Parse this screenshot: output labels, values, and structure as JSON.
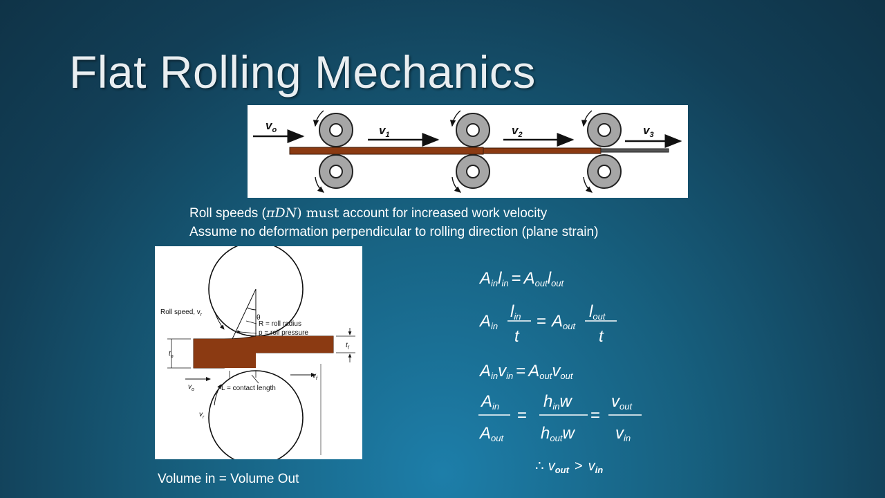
{
  "slide": {
    "title": "Flat Rolling Mechanics",
    "bullet1_pre": "Roll speeds (",
    "bullet1_math": "πDN",
    "bullet1_post": ") ",
    "bullet1_must": "must",
    "bullet1_rest": " account for increased work velocity",
    "bullet2": "Assume no deformation perpendicular to rolling direction (plane strain)",
    "caption": "Volume in =  Volume Out"
  },
  "top_diagram": {
    "v0": "v",
    "v0_sub": "o",
    "v1": "v",
    "v1_sub": "1",
    "v2": "v",
    "v2_sub": "2",
    "v3": "v",
    "v3_sub": "3",
    "colors": {
      "strip": "#8b3a12",
      "roll": "#a6a6a6"
    }
  },
  "bite_diagram": {
    "roll_speed": "Roll speed, v",
    "roll_speed_sub": "r",
    "theta": "θ",
    "roll_radius": "R = roll radius",
    "roll_pressure": "p = roll pressure",
    "t0": "t",
    "t0_sub": "o",
    "tf": "t",
    "tf_sub": "f",
    "v0": "v",
    "v0_sub": "o",
    "vf": "v",
    "vf_sub": "f",
    "contact_length": "L = contact length",
    "vr": "v",
    "vr_sub": "r"
  },
  "equations": {
    "A": "A",
    "l": "l",
    "t": "t",
    "v": "v",
    "h": "h",
    "w": "w",
    "in": "in",
    "out": "out",
    "eq": "=",
    "therefore": "∴",
    "gt": ">"
  }
}
